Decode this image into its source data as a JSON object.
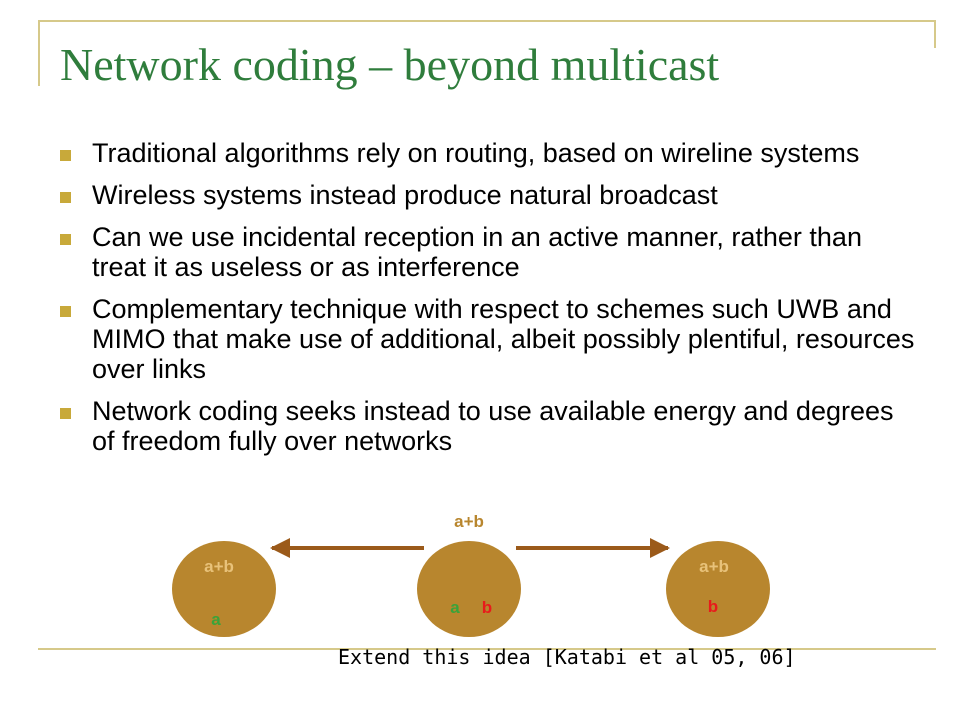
{
  "slide": {
    "title": "Network coding – beyond multicast",
    "bullets": [
      "Traditional algorithms rely on routing, based on wireline systems",
      "Wireless systems instead produce natural broadcast",
      "Can we use incidental reception in an active manner, rather than treat it as useless or as interference",
      "Complementary technique with respect to schemes such UWB and MIMO that make use of additional, albeit possibly plentiful, resources over links",
      "Network coding seeks instead to use available energy and degrees of freedom fully over networks"
    ],
    "caption": "Extend this idea [Katabi et al 05, 06]"
  },
  "diagram": {
    "broadcast_label": "a+b",
    "left_node": {
      "top_label": "a+b",
      "bottom_label": "a"
    },
    "center_node": {
      "label_a": "a",
      "label_b": "b"
    },
    "right_node": {
      "top_label": "a+b",
      "bottom_label": "b"
    },
    "colors": {
      "node_fill": "#b8862e",
      "label_tan": "#e8c27a",
      "label_green": "#3aa33a",
      "label_red": "#e81b1b",
      "bullet": "#c8a93a",
      "title": "#2f7d3c"
    }
  }
}
